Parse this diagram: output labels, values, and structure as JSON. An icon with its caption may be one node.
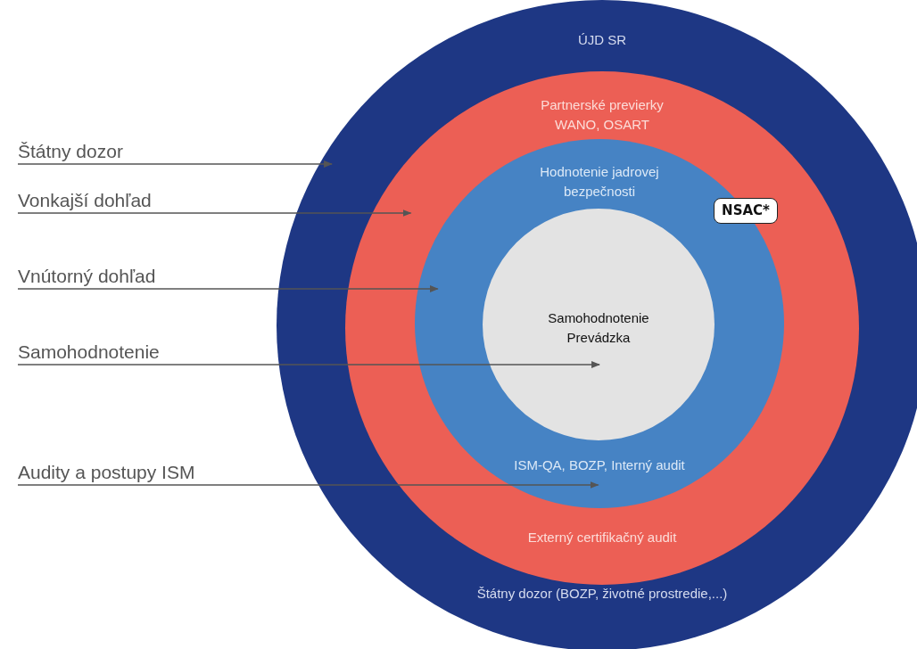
{
  "diagram": {
    "nodes": [
      {
        "text": [
          "ÚJD SR",
          "Štátny dozor (BOZP, životné prostredie,...)"
        ]
      },
      {
        "text": [
          "Partnerské previerky WANO, OSART",
          "Externý certifikačný audit"
        ],
        "in": 0
      },
      {
        "text": [
          "Hodnotenie jadrovej bezpečnosti",
          "ISM-QA, BOZP, Interný audit"
        ],
        "in": 1
      },
      {
        "text": [
          "Samohodnotenie Prevádzka"
        ],
        "in": 2
      },
      {
        "text": [
          "NSAC*"
        ],
        "in": 2
      },
      {
        "text": [
          "Štátny dozor"
        ]
      },
      {
        "text": [
          "Vonkajší dohľad"
        ]
      },
      {
        "text": [
          "Vnútorný dohľad"
        ]
      },
      {
        "text": [
          "Samohodnotenie"
        ]
      },
      {
        "text": [
          "Audity a postupy ISM"
        ]
      }
    ],
    "edges": [
      {
        "from": 5,
        "to": 0,
        "arrow": "to"
      },
      {
        "from": 6,
        "to": 1,
        "arrow": "to"
      },
      {
        "from": 7,
        "to": 2,
        "arrow": "to"
      },
      {
        "from": 8,
        "to": 3,
        "arrow": "to"
      },
      {
        "from": 9,
        "to": 2,
        "arrow": "to"
      }
    ]
  }
}
